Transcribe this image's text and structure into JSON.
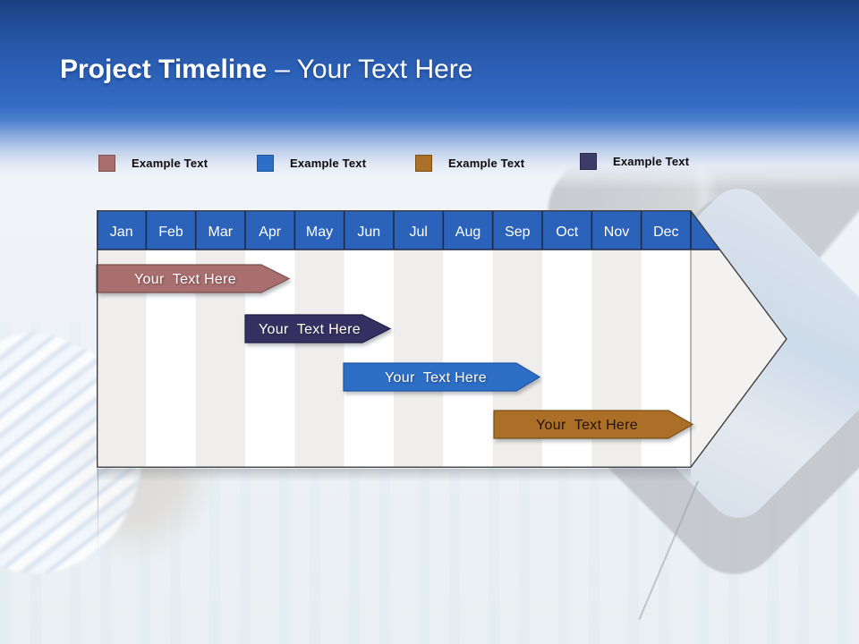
{
  "title": {
    "main": "Project Timeline",
    "sub": "– Your Text Here"
  },
  "legend": {
    "items": [
      {
        "label": "Example Text",
        "color": "#a96e6e",
        "border": "#7d4f4f"
      },
      {
        "label": "Example Text",
        "color": "#2d6ec6",
        "border": "#1d55a3"
      },
      {
        "label": "Example Text",
        "color": "#ab6f28",
        "border": "#7b5017"
      },
      {
        "label": "Example Text",
        "color": "#3d3b68",
        "border": "#2a2950"
      }
    ]
  },
  "chart_data": {
    "type": "bar",
    "subtype": "gantt-timeline",
    "title": "Project Timeline – Your Text Here",
    "categories": [
      "Jan",
      "Feb",
      "Mar",
      "Apr",
      "May",
      "Jun",
      "Jul",
      "Aug",
      "Sep",
      "Oct",
      "Nov",
      "Dec"
    ],
    "x_unit": "month index (Jan = 0)",
    "xlim": [
      0,
      12
    ],
    "grid": "vertical month columns with alternating gray/white shading",
    "legend_position": "top",
    "series": [
      {
        "row": 1,
        "label": "Your  Text Here",
        "color": "#a96e6e",
        "start": 0.0,
        "end": 3.3
      },
      {
        "row": 2,
        "label": "Your  Text Here",
        "color": "#343061",
        "start": 3.0,
        "end": 5.4
      },
      {
        "row": 3,
        "label": "Your  Text Here",
        "color": "#2d6ec6",
        "start": 5.0,
        "end": 8.5
      },
      {
        "row": 4,
        "label": "Your  Text Here",
        "color": "#ab6f28",
        "start": 8.0,
        "end": 11.6
      }
    ]
  },
  "colors": {
    "header_blue": "#2c63ba",
    "banner_blue": "#2d63bb",
    "table_outline": "#3e3e40"
  }
}
